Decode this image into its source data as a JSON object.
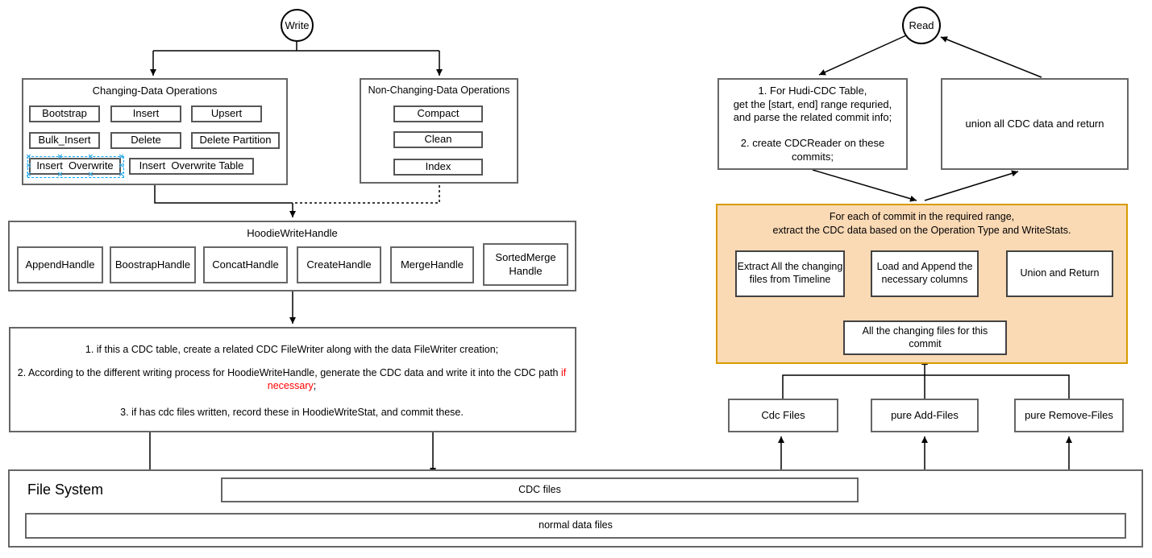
{
  "colors": {
    "box_border": "#666666",
    "button_border": "#565656",
    "connector": "#000000",
    "orange_fill": "#FAD9B5",
    "orange_border": "#D79B00",
    "selection_blue": "#00A8FF",
    "highlight_red": "#FF0000"
  },
  "write_flow": {
    "start_label": "Write",
    "changing_ops": {
      "title": "Changing-Data Operations",
      "buttons": [
        "Bootstrap",
        "Insert",
        "Upsert",
        "Bulk_Insert",
        "Delete",
        "Delete Partition",
        "Insert  Overwrite",
        "Insert  Overwrite Table"
      ]
    },
    "non_changing_ops": {
      "title": "Non-Changing-Data Operations",
      "buttons": [
        "Compact",
        "Clean",
        "Index"
      ]
    },
    "hoodie_write_handle": {
      "title": "HoodieWriteHandle",
      "handles": [
        "AppendHandle",
        "BoostrapHandle",
        "ConcatHandle",
        "CreateHandle",
        "MergeHandle",
        "SortedMerge\nHandle"
      ]
    },
    "cdc_steps": {
      "step1": "1. if this a CDC table, create a related CDC FileWriter along with the data FileWriter creation;",
      "step2_prefix": "2. According to the different writing process for HoodieWriteHandle, generate the CDC data and write it into the CDC path ",
      "step2_highlight": "if necessary",
      "step2_suffix": ";",
      "step3": "3. if has cdc files written, record these in HoodieWriteStat, and commit these."
    },
    "file_system": {
      "title": "File System",
      "cdc_files": "CDC files",
      "normal_files": "normal data files"
    }
  },
  "read_flow": {
    "start_label": "Read",
    "prepare_box": "1. For Hudi-CDC Table,\nget the [start, end] range requried,\nand parse the related commit info;\n\n2. create CDCReader on these\ncommits;",
    "union_box": "union all CDC data and return",
    "per_commit": {
      "title": "For each of commit in the required range,\nextract the CDC data based on the Operation Type and WriteStats.",
      "extract": "Extract All the changing files from Timeline",
      "load_append": "Load and Append the necessary columns",
      "union_return": "Union and Return",
      "all_changing": "All the changing files for this commit"
    },
    "file_groups": [
      "Cdc Files",
      "pure Add-Files",
      "pure Remove-Files"
    ]
  }
}
